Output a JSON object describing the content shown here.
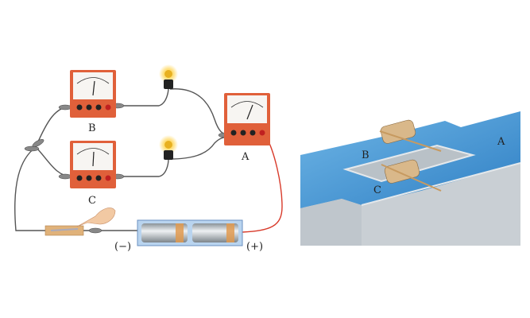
{
  "circuit": {
    "meters": [
      {
        "label": "B"
      },
      {
        "label": "C"
      },
      {
        "label": "A"
      }
    ],
    "battery": {
      "negative_label": "(−)",
      "positive_label": "(+)"
    }
  },
  "water_model": {
    "labels": {
      "b": "B",
      "c": "C",
      "a": "A"
    }
  },
  "colors": {
    "meter_body": "#e0603a",
    "wire": "#555555",
    "red_wire": "#d83a2a",
    "water": "#4a9fd8",
    "wall": "#c9cfd4"
  }
}
